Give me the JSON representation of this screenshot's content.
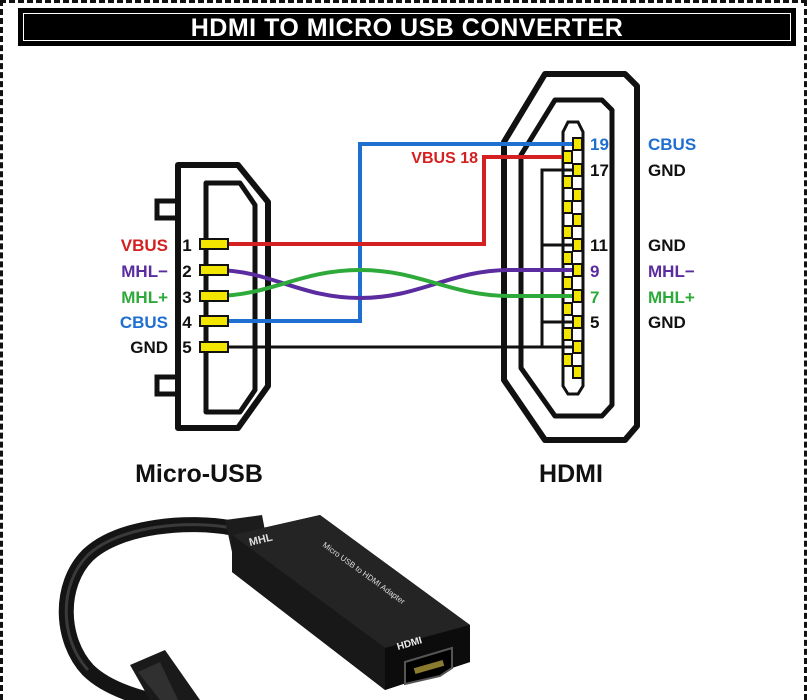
{
  "title": "HDMI TO MICRO USB CONVERTER",
  "micro_usb": {
    "caption": "Micro-USB",
    "pins": [
      {
        "num": "1",
        "label": "VBUS",
        "color": "#d42020"
      },
      {
        "num": "2",
        "label": "MHL−",
        "color": "#5a2ca0"
      },
      {
        "num": "3",
        "label": "MHL+",
        "color": "#2eaa3a"
      },
      {
        "num": "4",
        "label": "CBUS",
        "color": "#1e6fd0"
      },
      {
        "num": "5",
        "label": "GND",
        "color": "#111111"
      }
    ]
  },
  "hdmi": {
    "caption": "HDMI",
    "pins": [
      {
        "num": "19",
        "label": "CBUS",
        "color": "#1e6fd0"
      },
      {
        "num": "17",
        "label": "GND",
        "color": "#111111"
      },
      {
        "num": "11",
        "label": "GND",
        "color": "#111111"
      },
      {
        "num": "9",
        "label": "MHL−",
        "color": "#5a2ca0"
      },
      {
        "num": "7",
        "label": "MHL+",
        "color": "#2eaa3a"
      },
      {
        "num": "5",
        "label": "GND",
        "color": "#111111"
      }
    ],
    "vbus_label": "VBUS 18"
  },
  "adapter": {
    "brand": "MHL",
    "product_text": "Micro USB to HDMI Adapter",
    "port_text": "HDMI"
  },
  "colors": {
    "vbus": "#d42020",
    "mhl_minus": "#5a2ca0",
    "mhl_plus": "#2eaa3a",
    "cbus": "#1e6fd0",
    "gnd": "#111111",
    "pin_yellow": "#f2e600"
  }
}
